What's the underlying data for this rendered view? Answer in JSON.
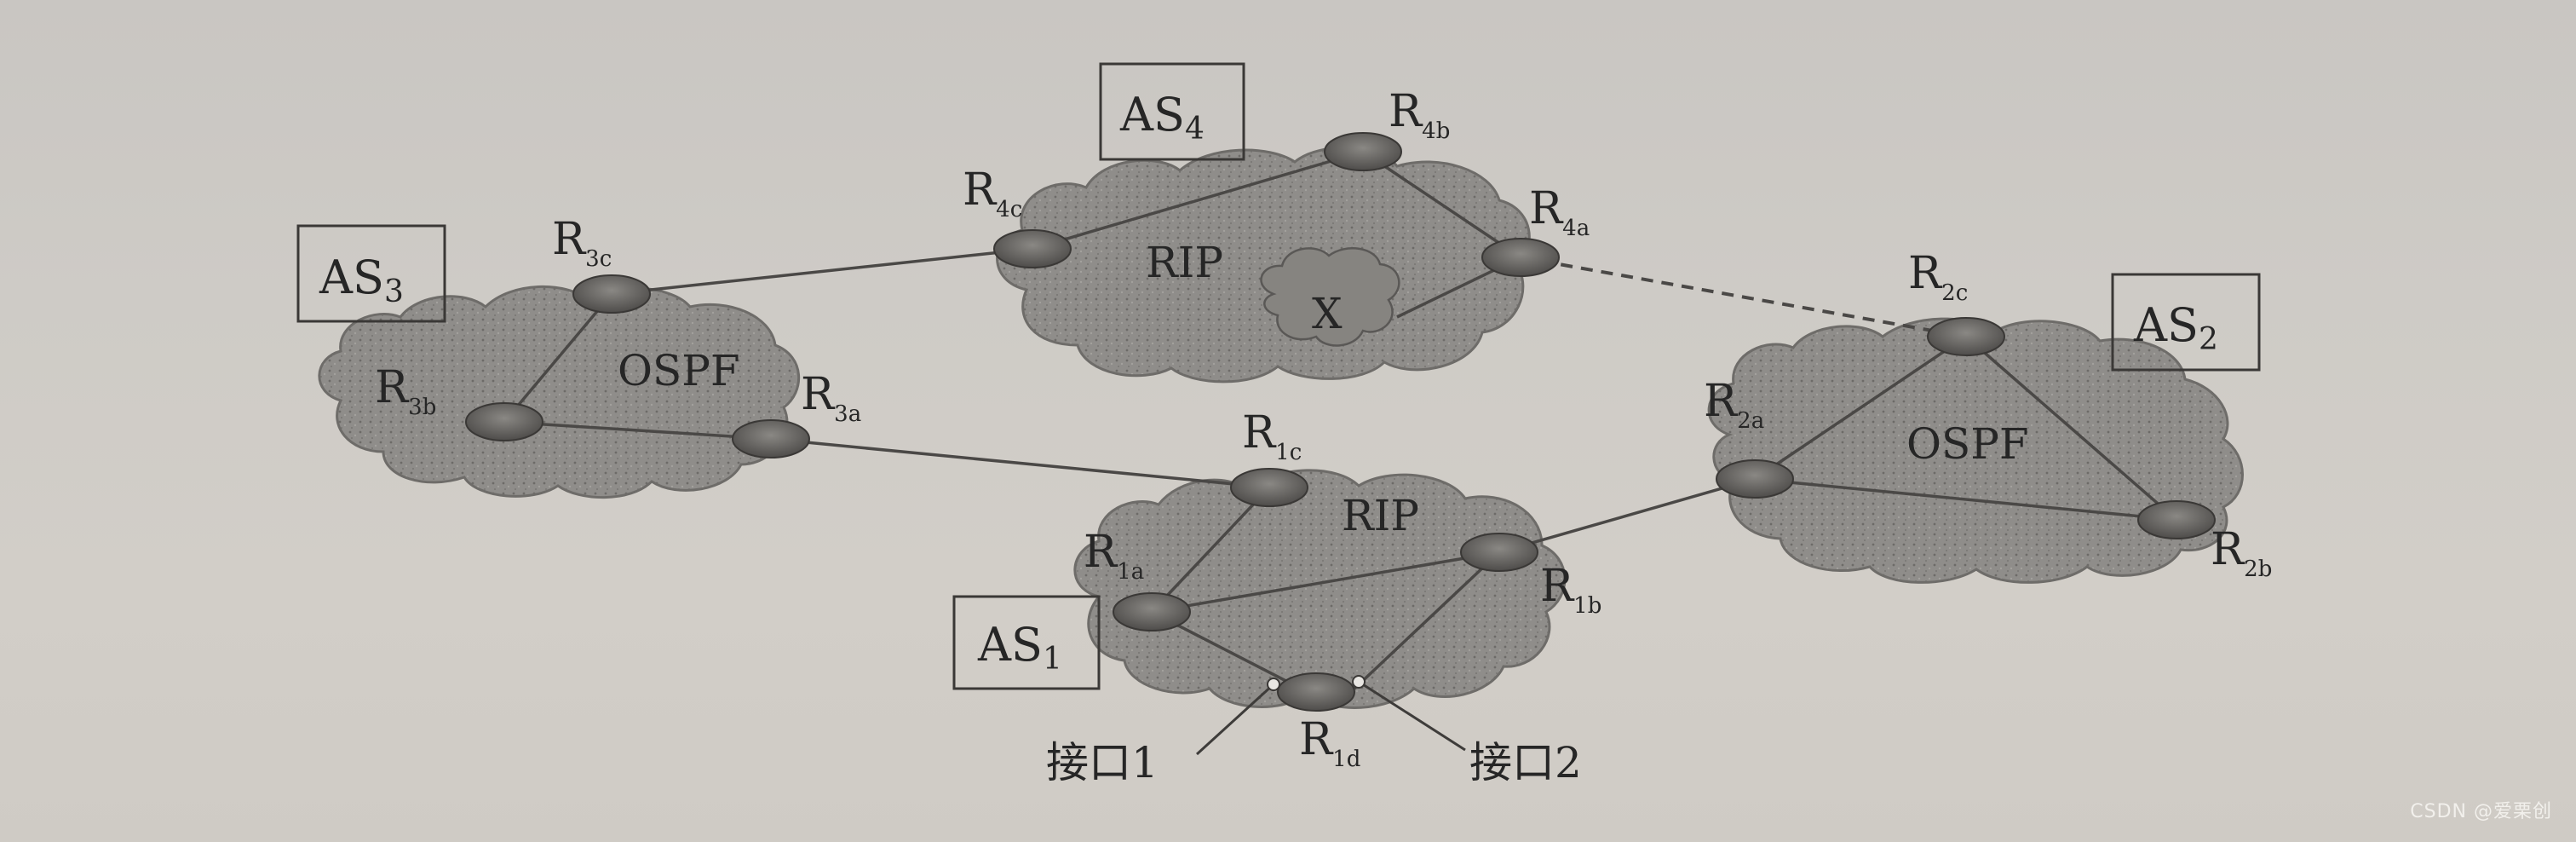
{
  "autonomous_systems": {
    "as1": {
      "prefix": "AS",
      "sub": "1",
      "protocol": "RIP"
    },
    "as2": {
      "prefix": "AS",
      "sub": "2",
      "protocol": "OSPF"
    },
    "as3": {
      "prefix": "AS",
      "sub": "3",
      "protocol": "OSPF"
    },
    "as4": {
      "prefix": "AS",
      "sub": "4",
      "protocol": "RIP"
    }
  },
  "routers": {
    "r1a": {
      "base": "R",
      "sub": "1a"
    },
    "r1b": {
      "base": "R",
      "sub": "1b"
    },
    "r1c": {
      "base": "R",
      "sub": "1c"
    },
    "r1d": {
      "base": "R",
      "sub": "1d"
    },
    "r2a": {
      "base": "R",
      "sub": "2a"
    },
    "r2b": {
      "base": "R",
      "sub": "2b"
    },
    "r2c": {
      "base": "R",
      "sub": "2c"
    },
    "r3a": {
      "base": "R",
      "sub": "3a"
    },
    "r3b": {
      "base": "R",
      "sub": "3b"
    },
    "r3c": {
      "base": "R",
      "sub": "3c"
    },
    "r4a": {
      "base": "R",
      "sub": "4a"
    },
    "r4b": {
      "base": "R",
      "sub": "4b"
    },
    "r4c": {
      "base": "R",
      "sub": "4c"
    }
  },
  "network_x": "X",
  "interfaces": {
    "if1": "接口1",
    "if2": "接口2"
  },
  "watermark": "CSDN @爱栗创",
  "colors": {
    "cloud_fill": "#8f8d8a",
    "router_fill": "#5e5c59",
    "line": "#4a4846",
    "background": "#cbc8c3"
  }
}
